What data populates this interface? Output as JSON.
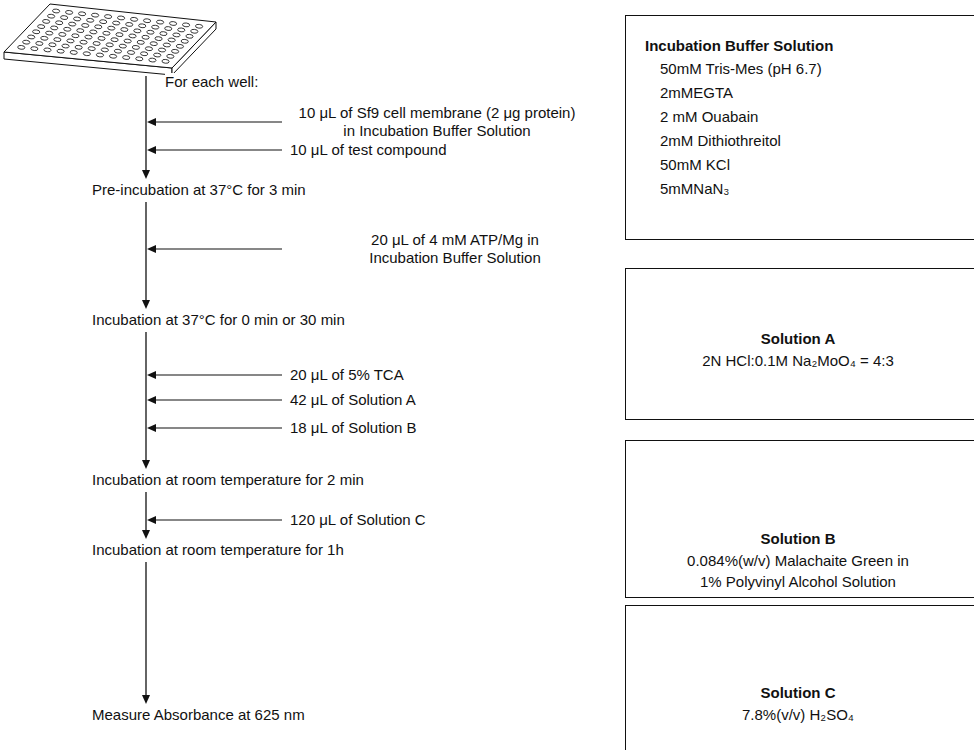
{
  "diagram": {
    "nodes": [
      {
        "text": [
          "Incubation Buffer Solution",
          "50mM Tris-Mes (pH 6.7)",
          "2mMEGTA",
          "2 mM Ouabain",
          "2mM Dithiothreitol",
          "50mM KCl",
          "5mMNaN₃"
        ]
      },
      {
        "text": [
          "Solution A",
          "2N HCl:0.1M Na₂MoO₄ = 4:3"
        ]
      },
      {
        "text": [
          "Solution B",
          "0.084%(w/v) Malachaite Green in 1% Polyvinyl Alcohol Solution"
        ]
      },
      {
        "text": [
          "Solution C",
          "7.8%(v/v) H₂SO₄"
        ]
      }
    ],
    "labels": [
      "For each well:",
      "10 μL of Sf9 cell membrane (2 μg protein) in Incubation Buffer Solution",
      "10 μL of test compound",
      "Pre-incubation at 37°C for 3 min",
      "20 μL of 4 mM ATP/Mg in Incubation Buffer Solution",
      "Incubation at 37°C for 0 min or 30 min",
      "20 μL of 5% TCA",
      "42 μL of Solution A",
      "18 μL of Solution B",
      "Incubation at room temperature for 2 min",
      "120 μL of Solution C",
      "Incubation at room temperature for 1h",
      "Measure Absorbance at 625 nm"
    ]
  }
}
